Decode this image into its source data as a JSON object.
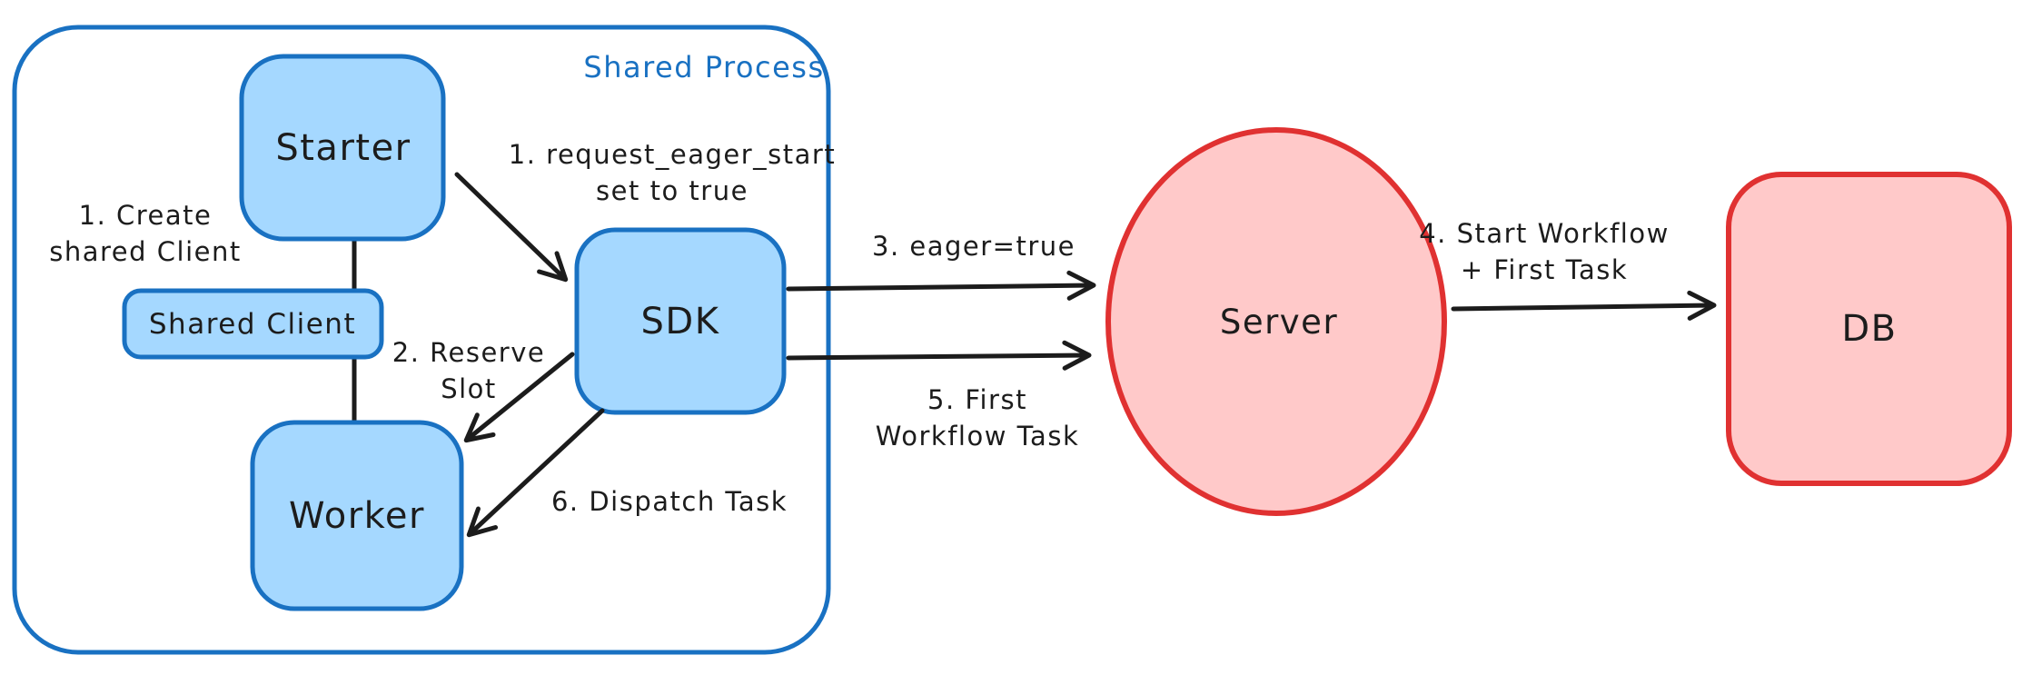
{
  "colors": {
    "bg": "#ffffff",
    "ink": "#1c1c1c",
    "blue_stroke": "#1971c2",
    "blue_fill": "#a5d8ff",
    "red_stroke": "#e03131",
    "red_fill": "#ffc9c9"
  },
  "container": {
    "label": "Shared Process"
  },
  "nodes": {
    "starter": {
      "label": "Starter"
    },
    "shared_client": {
      "label": "Shared Client"
    },
    "worker": {
      "label": "Worker"
    },
    "sdk": {
      "label": "SDK"
    },
    "server": {
      "label": "Server"
    },
    "db": {
      "label": "DB"
    }
  },
  "annotations": {
    "create_shared_client": {
      "lines": [
        "1. Create",
        "shared Client"
      ]
    },
    "request_eager_start": {
      "lines": [
        "1. request_eager_start",
        "set to true"
      ]
    },
    "reserve_slot": {
      "lines": [
        "2. Reserve",
        "Slot"
      ]
    },
    "eager_true": {
      "lines": [
        "3. eager=true"
      ]
    },
    "start_workflow": {
      "lines": [
        "4. Start Workflow",
        "+ First Task"
      ]
    },
    "first_workflow_task": {
      "lines": [
        "5. First",
        "Workflow Task"
      ]
    },
    "dispatch_task": {
      "lines": [
        "6. Dispatch Task"
      ]
    }
  },
  "edges": [
    {
      "from": "starter",
      "to": "sdk",
      "annotation": "request_eager_start"
    },
    {
      "from": "starter",
      "to": "worker",
      "annotation": null
    },
    {
      "from": "sdk",
      "to": "worker",
      "annotation": "reserve_slot"
    },
    {
      "from": "sdk",
      "to": "server",
      "annotation": "eager_true"
    },
    {
      "from": "sdk",
      "to": "server",
      "annotation": "first_workflow_task"
    },
    {
      "from": "sdk",
      "to": "worker",
      "annotation": "dispatch_task"
    },
    {
      "from": "server",
      "to": "db",
      "annotation": "start_workflow"
    }
  ]
}
